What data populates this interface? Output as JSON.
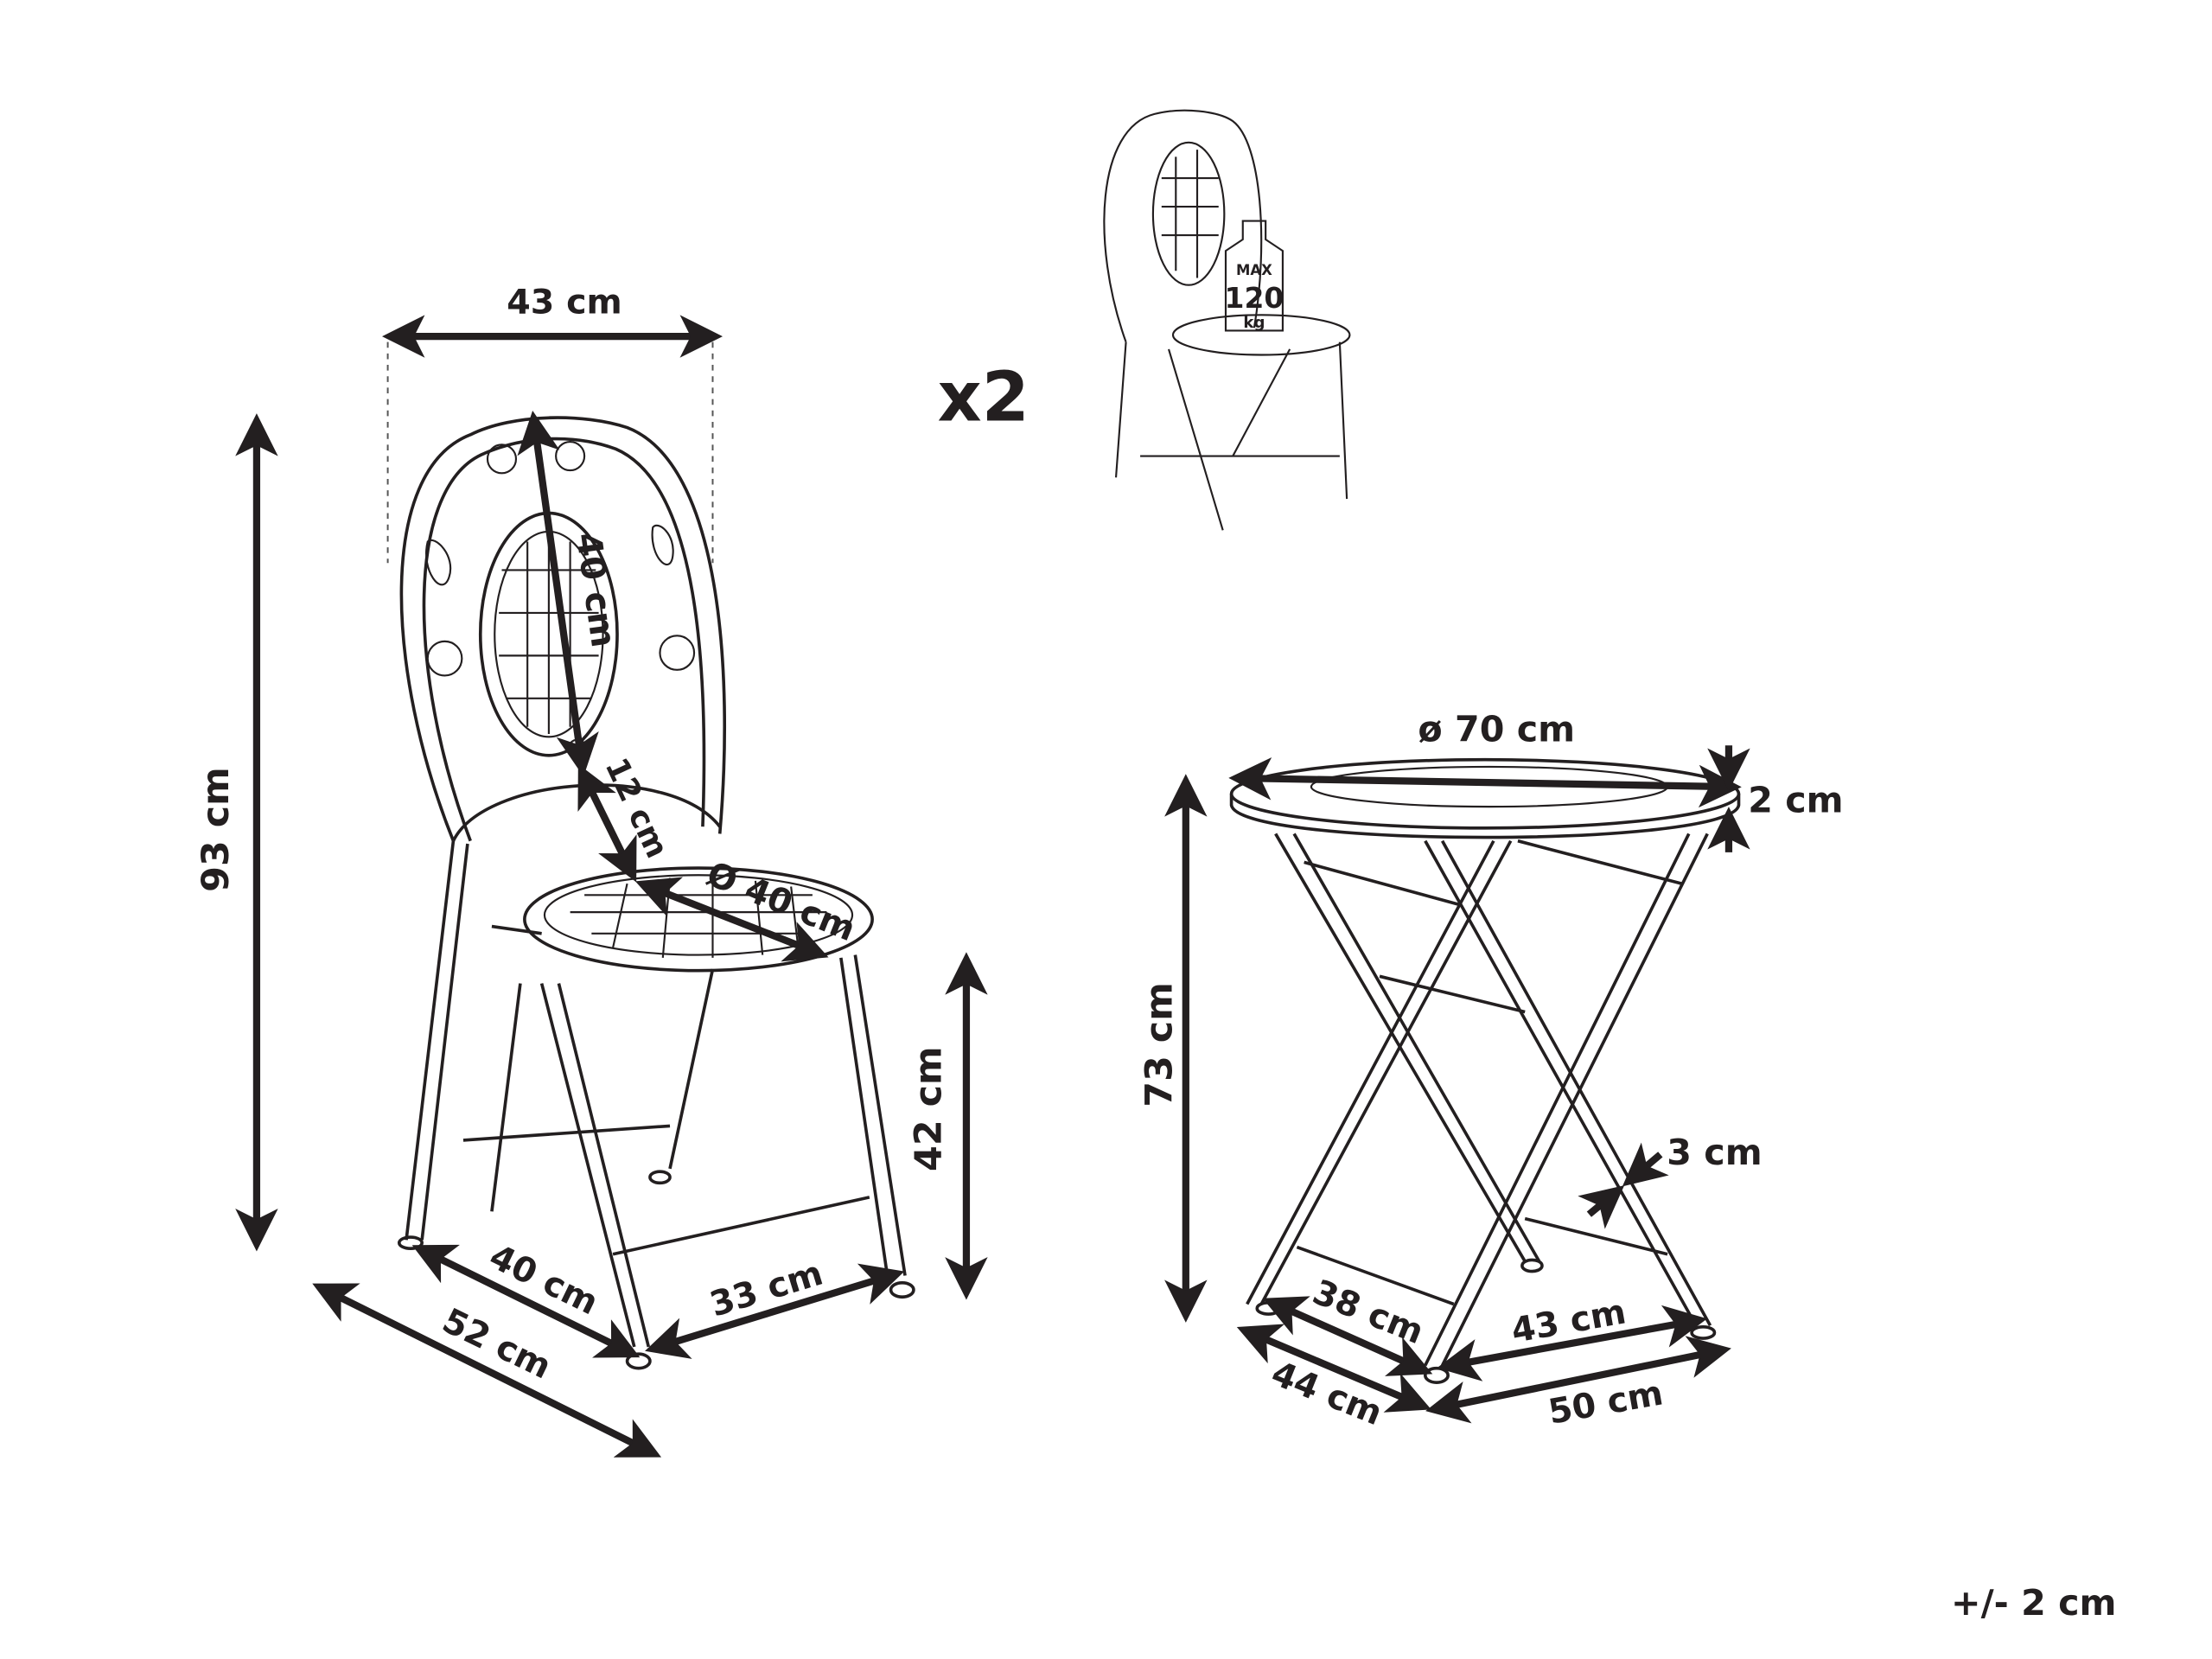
{
  "chair": {
    "width_top": "43 cm",
    "height_total": "93 cm",
    "backrest_height": "40 cm",
    "backrest_to_seat": "12 cm",
    "seat_diameter": "Ø 40 cm",
    "seat_height": "42 cm",
    "depth_inner": "40 cm",
    "depth_outer": "52 cm",
    "width_bottom": "33 cm"
  },
  "quantity": "x2",
  "load_badge": {
    "line1": "MAX",
    "line2": "120",
    "line3": "kg"
  },
  "table": {
    "top_diameter": "ø 70 cm",
    "top_thickness": "2 cm",
    "height": "73 cm",
    "leg_width": "3 cm",
    "depth_inner": "38 cm",
    "width_inner": "43 cm",
    "depth_outer": "44 cm",
    "width_outer": "50 cm"
  },
  "tolerance": "+/- 2 cm",
  "colors": {
    "ink": "#231f20",
    "background": "#ffffff"
  }
}
